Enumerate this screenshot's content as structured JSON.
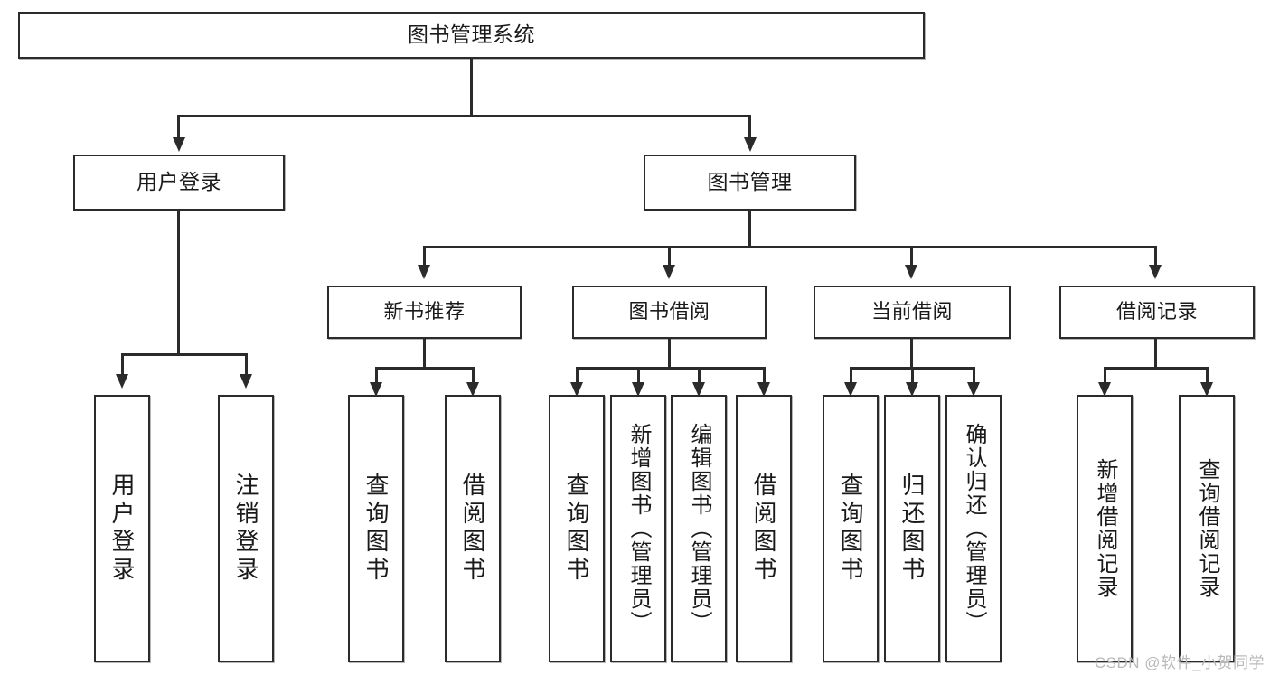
{
  "diagram": {
    "type": "hierarchy-tree",
    "title": "图书管理系统",
    "watermark": "CSDN @软件_小贺同学",
    "colors": {
      "box_border": "#2b2b2b",
      "box_fill": "#ffffff",
      "connector": "#2b2b2b",
      "text": "#1a1a1a",
      "watermark": "#b9b9b9",
      "background": "#ffffff"
    },
    "root": {
      "label": "图书管理系统"
    },
    "level2": [
      {
        "label": "用户登录"
      },
      {
        "label": "图书管理"
      }
    ],
    "level3": [
      {
        "label": "新书推荐"
      },
      {
        "label": "图书借阅"
      },
      {
        "label": "当前借阅"
      },
      {
        "label": "借阅记录"
      }
    ],
    "leaves": {
      "user_login": [
        {
          "label": "用户登录"
        },
        {
          "label": "注销登录"
        }
      ],
      "new_book": [
        {
          "label": "查询图书"
        },
        {
          "label": "借阅图书"
        }
      ],
      "borrow": [
        {
          "label": "查询图书"
        },
        {
          "label": "新增图书（管理员）"
        },
        {
          "label": "编辑图书（管理员）"
        },
        {
          "label": "借阅图书"
        }
      ],
      "current": [
        {
          "label": "查询图书"
        },
        {
          "label": "归还图书"
        },
        {
          "label": "确认归还（管理员）"
        }
      ],
      "records": [
        {
          "label": "新增借阅记录"
        },
        {
          "label": "查询借阅记录"
        }
      ]
    }
  }
}
